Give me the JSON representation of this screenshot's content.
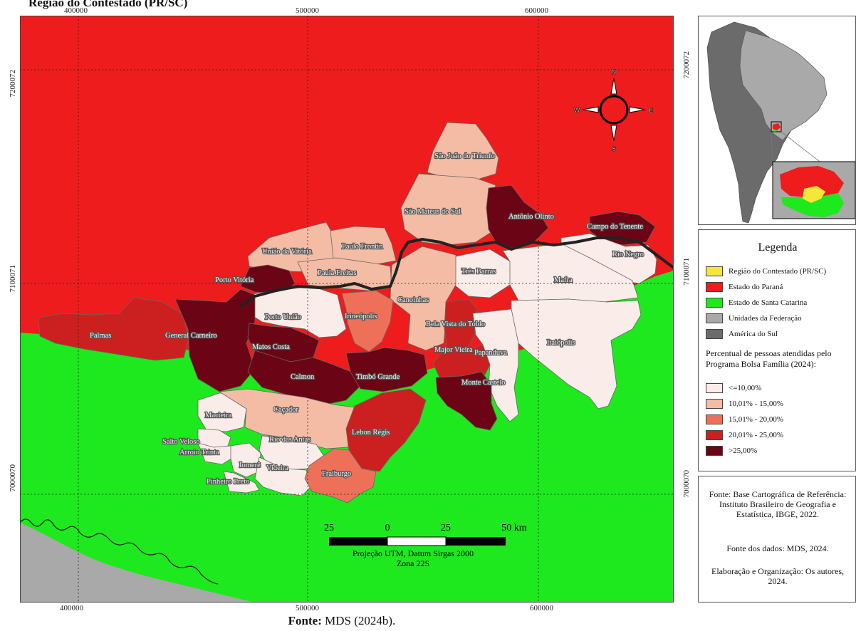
{
  "caption_top": "Região do Contestado (PR/SC)",
  "coords": {
    "x_top": [
      "400000",
      "500000",
      "600000"
    ],
    "x_bottom": [
      "400000",
      "500000",
      "600000"
    ],
    "y_left": [
      "7200072",
      "7100071",
      "7000070"
    ],
    "y_right": [
      "7200072",
      "7100071",
      "7000070"
    ]
  },
  "compass": {
    "n": "N",
    "s": "S",
    "e": "E",
    "w": "W"
  },
  "municipalities": [
    {
      "name": "São João do Triunfo",
      "class": "10,01% - 15,00%"
    },
    {
      "name": "São Mateus do Sul",
      "class": "10,01% - 15,00%"
    },
    {
      "name": "Antônio Olinto",
      "class": ">25,00%"
    },
    {
      "name": "Campo do Tenente",
      "class": ">25,00%"
    },
    {
      "name": "Rio Negro",
      "class": "<=10,00%"
    },
    {
      "name": "União da Vitória",
      "class": "10,01% - 15,00%"
    },
    {
      "name": "Paulo Frontin",
      "class": "10,01% - 15,00%"
    },
    {
      "name": "Paula Freitas",
      "class": "10,01% - 15,00%"
    },
    {
      "name": "Porto Vitória",
      "class": ">25,00%"
    },
    {
      "name": "Três Barras",
      "class": "<=10,00%"
    },
    {
      "name": "Mafra",
      "class": "<=10,00%"
    },
    {
      "name": "Canoinhas",
      "class": "10,01% - 15,00%"
    },
    {
      "name": "Porto União",
      "class": "<=10,00%"
    },
    {
      "name": "Irineópolis",
      "class": "15,01% - 20,00%"
    },
    {
      "name": "Bela Vista do Toldo",
      "class": "20,01% - 25,00%"
    },
    {
      "name": "Palmas",
      "class": "20,01% - 25,00%"
    },
    {
      "name": "General Carneiro",
      "class": ">25,00%"
    },
    {
      "name": "Matos Costa",
      "class": ">25,00%"
    },
    {
      "name": "Major Vieira",
      "class": "20,01% - 25,00%"
    },
    {
      "name": "Itaiópolis",
      "class": "<=10,00%"
    },
    {
      "name": "Papanduva",
      "class": "<=10,00%"
    },
    {
      "name": "Calmon",
      "class": ">25,00%"
    },
    {
      "name": "Timbó Grande",
      "class": ">25,00%"
    },
    {
      "name": "Monte Castelo",
      "class": ">25,00%"
    },
    {
      "name": "Macieira",
      "class": "<=10,00%"
    },
    {
      "name": "Caçador",
      "class": "10,01% - 15,00%"
    },
    {
      "name": "Lebon Régis",
      "class": "20,01% - 25,00%"
    },
    {
      "name": "Salto Veloso",
      "class": "<=10,00%"
    },
    {
      "name": "Arroio Trinta",
      "class": "<=10,00%"
    },
    {
      "name": "Rio das Antas",
      "class": "<=10,00%"
    },
    {
      "name": "Iomerê",
      "class": "<=10,00%"
    },
    {
      "name": "Videira",
      "class": "<=10,00%"
    },
    {
      "name": "Fraiburgo",
      "class": "15,01% - 20,00%"
    },
    {
      "name": "Pinheiro Preto",
      "class": "<=10,00%"
    }
  ],
  "scale": {
    "ticks": [
      "25",
      "0",
      "25",
      "50 km"
    ],
    "projection": "Projeção UTM, Datum Sirgas 2000",
    "zone": "Zona 22S"
  },
  "legend": {
    "title": "Legenda",
    "items": [
      {
        "label": "Região do Contestado (PR/SC)",
        "color": "#f5e63a"
      },
      {
        "label": "Estado do Paraná",
        "color": "#ee1c1c"
      },
      {
        "label": "Estado de Santa Catarina",
        "color": "#1ee81e"
      },
      {
        "label": "Unidades da Federação",
        "color": "#a9a9a9"
      },
      {
        "label": "América do Sul",
        "color": "#6b6b6b"
      }
    ],
    "subtitle": "Percentual de pessoas atendidas pelo Programa Bolsa Família (2024):",
    "classes": [
      {
        "label": "<=10,00%",
        "color": "#f9ece9"
      },
      {
        "label": "10,01% - 15,00%",
        "color": "#f4bca4"
      },
      {
        "label": "15,01% - 20,00%",
        "color": "#ef7059"
      },
      {
        "label": "20,01% - 25,00%",
        "color": "#cc2020"
      },
      {
        "label": ">25,00%",
        "color": "#6b0515"
      }
    ]
  },
  "credits": {
    "base": "Fonte: Base Cartográfica de Referência: Instituto Brasileiro de Geografia e Estatística, IBGE, 2022.",
    "data": "Fonte dos dados: MDS, 2024.",
    "authors": "Elaboração e Organização: Os autores, 2024."
  },
  "bottom_caption": {
    "label": "Fonte:",
    "text": " MDS (2024b)."
  },
  "colors": {
    "parana": "#ee1c1c",
    "santa_catarina": "#1ee81e",
    "other_states": "#a9a9a9",
    "south_america": "#6b6b6b",
    "border": "#222222"
  }
}
